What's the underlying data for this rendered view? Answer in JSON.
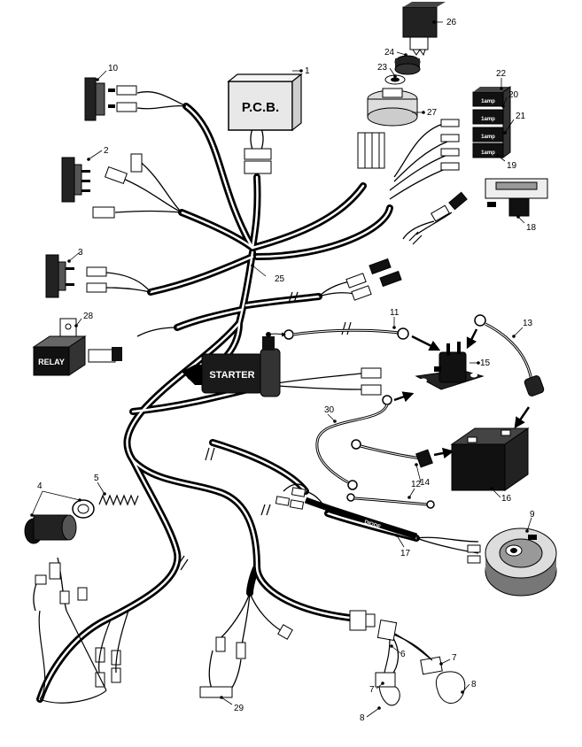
{
  "labels": {
    "pcb": "P.C.B.",
    "relay": "RELAY",
    "starter": "STARTER",
    "diode": "DIODE",
    "fuse_a": "1amp",
    "fuse_b": "1amp",
    "fuse_c": "1amp",
    "fuse_d": "1amp"
  },
  "callouts": [
    {
      "id": "c1",
      "text": "1"
    },
    {
      "id": "c2",
      "text": "2"
    },
    {
      "id": "c3",
      "text": "3"
    },
    {
      "id": "c4",
      "text": "4"
    },
    {
      "id": "c5",
      "text": "5"
    },
    {
      "id": "c6",
      "text": "6"
    },
    {
      "id": "c7a",
      "text": "7"
    },
    {
      "id": "c7b",
      "text": "7"
    },
    {
      "id": "c8a",
      "text": "8"
    },
    {
      "id": "c8b",
      "text": "8"
    },
    {
      "id": "c9",
      "text": "9"
    },
    {
      "id": "c10",
      "text": "10"
    },
    {
      "id": "c11",
      "text": "11"
    },
    {
      "id": "c12",
      "text": "12"
    },
    {
      "id": "c13",
      "text": "13"
    },
    {
      "id": "c14",
      "text": "14"
    },
    {
      "id": "c15",
      "text": "15"
    },
    {
      "id": "c16",
      "text": "16"
    },
    {
      "id": "c17",
      "text": "17"
    },
    {
      "id": "c18",
      "text": "18"
    },
    {
      "id": "c19",
      "text": "19"
    },
    {
      "id": "c20",
      "text": "20"
    },
    {
      "id": "c21",
      "text": "21"
    },
    {
      "id": "c22",
      "text": "22"
    },
    {
      "id": "c23",
      "text": "23"
    },
    {
      "id": "c24",
      "text": "24"
    },
    {
      "id": "c25",
      "text": "25"
    },
    {
      "id": "c26",
      "text": "26"
    },
    {
      "id": "c27",
      "text": "27"
    },
    {
      "id": "c28",
      "text": "28"
    },
    {
      "id": "c29",
      "text": "29"
    },
    {
      "id": "c30",
      "text": "30"
    }
  ]
}
